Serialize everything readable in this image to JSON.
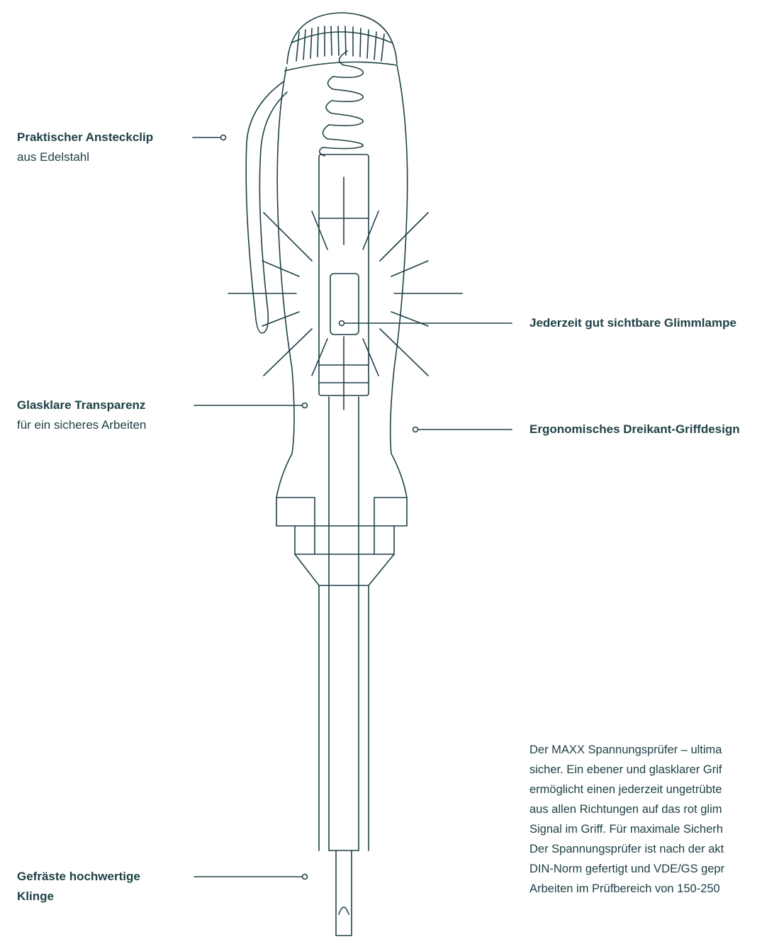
{
  "colors": {
    "line": "#1f4146",
    "background": "#ffffff"
  },
  "callouts": {
    "clip": {
      "title": "Praktischer Ansteckclip",
      "sub": "aus Edelstahl"
    },
    "transparency": {
      "title": "Glasklare Transparenz",
      "sub": "für ein sicheres Arbeiten"
    },
    "blade": {
      "title": "Gefräste hochwertige",
      "sub": "Klinge"
    },
    "lamp": {
      "title": "Jederzeit gut sichtbare Glimmlampe"
    },
    "grip": {
      "title": "Ergonomisches Dreikant-Griffdesign"
    }
  },
  "description": {
    "lines": [
      "Der MAXX Spannungsprüfer – ultima",
      "sicher. Ein ebener und glasklarer Grif",
      "ermöglicht einen jederzeit ungetrübte",
      "aus allen Richtungen auf das rot glim",
      "Signal im Griff. Für maximale Sicherh",
      "Der Spannungsprüfer ist nach der akt",
      "DIN-Norm gefertigt und VDE/GS gepr",
      "Arbeiten im Prüfbereich von 150-250"
    ]
  }
}
